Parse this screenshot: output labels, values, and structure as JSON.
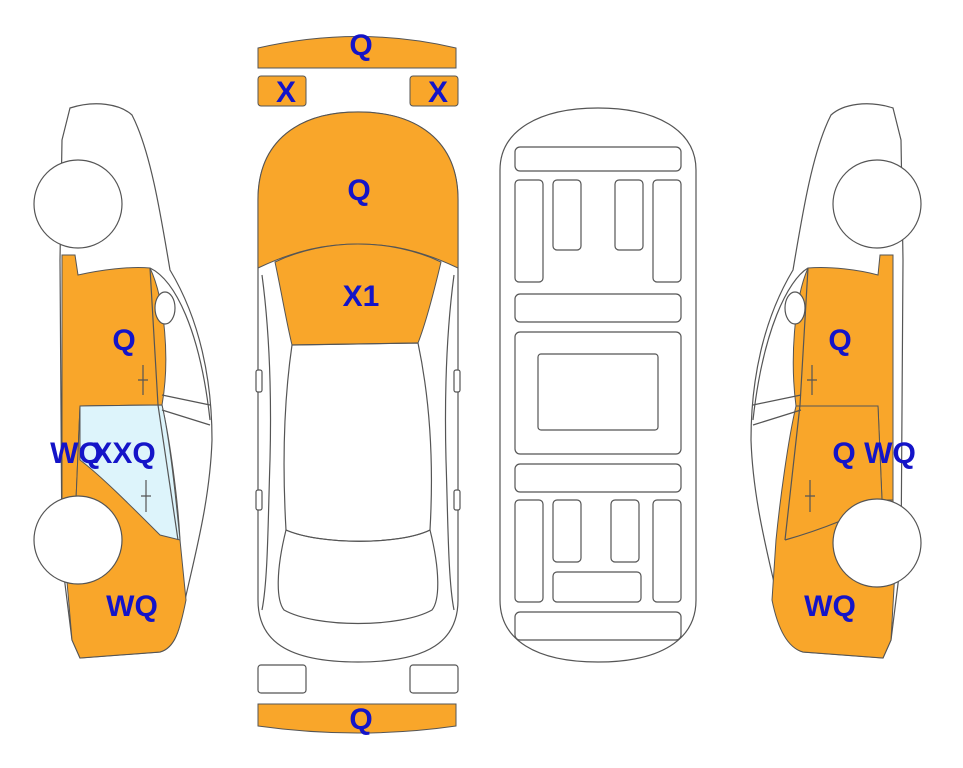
{
  "colors": {
    "damage_fill": "#f9a62a",
    "glass_fill": "#ddf4fb",
    "label_color": "#1414c8",
    "outline": "#555555"
  },
  "labels": {
    "front_bumper": "Q",
    "left_headlight": "X",
    "right_headlight": "X",
    "hood": "Q",
    "windshield": "X1",
    "rear_bumper": "Q",
    "left_front_door": "Q",
    "left_front_fender": "WQ",
    "left_rear_door": "XXQ",
    "left_rear_quarter": "WQ",
    "right_front_door": "Q",
    "right_rear_door": "Q",
    "right_front_fender": "WQ",
    "right_rear_quarter": "WQ"
  }
}
